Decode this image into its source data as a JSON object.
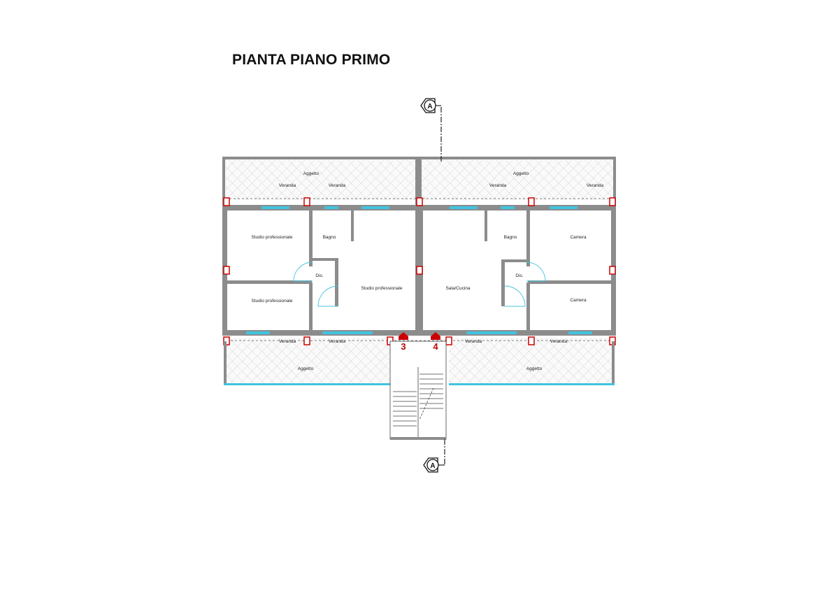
{
  "title": "PIANTA PIANO PRIMO",
  "section_marker": "A",
  "rooms": {
    "aggetto_top_left": "Aggetto",
    "aggetto_top_right": "Aggetto",
    "veranda_tl_1": "Veranda",
    "veranda_tl_2": "Veranda",
    "veranda_tr_1": "Veranda",
    "veranda_tr_2": "Veranda",
    "studio_prof_1": "Studio professionale",
    "studio_prof_2": "Studio professionale",
    "studio_prof_3": "Studio professionale",
    "bagno_left": "Bagno",
    "bagno_right": "Bagno",
    "dis_left": "Dis.",
    "dis_right": "Dis.",
    "sala_cucina": "Sala/Cucina",
    "camera_1": "Camera",
    "camera_2": "Camera",
    "veranda_bl_1": "Veranda",
    "veranda_bl_2": "Veranda",
    "veranda_br_1": "Veranda",
    "veranda_br_2": "Veranda",
    "aggetto_bottom_left": "Aggetto",
    "aggetto_bottom_right": "Aggetto"
  },
  "markers": {
    "m3": "3",
    "m4": "4"
  },
  "colors": {
    "wall": "#8c8c8c",
    "pillar": "#cc0000",
    "window": "#40c4e0",
    "hatch": "#cfcfcf",
    "marker": "#cc0000"
  }
}
